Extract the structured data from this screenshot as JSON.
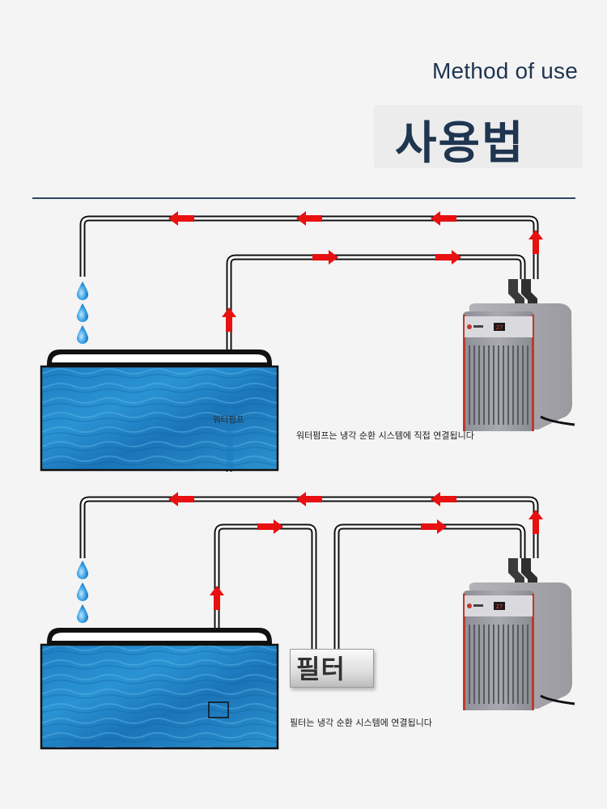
{
  "header": {
    "title_en": "Method of use",
    "title_ko": "사용법"
  },
  "diagram1": {
    "pump_label": "워터펌프",
    "caption": "워터펌프는 냉각 순환 시스템에 직접 연결됩니다"
  },
  "diagram2": {
    "filter_label": "필터",
    "caption": "필터는 냉각 순환 시스템에 연결됩니다"
  },
  "colors": {
    "accent_dark": "#1f3550",
    "arrow_red": "#e81010",
    "water_blue": "#1f86c8",
    "chiller_red": "#c0392b"
  },
  "chiller": {
    "display": "27"
  }
}
